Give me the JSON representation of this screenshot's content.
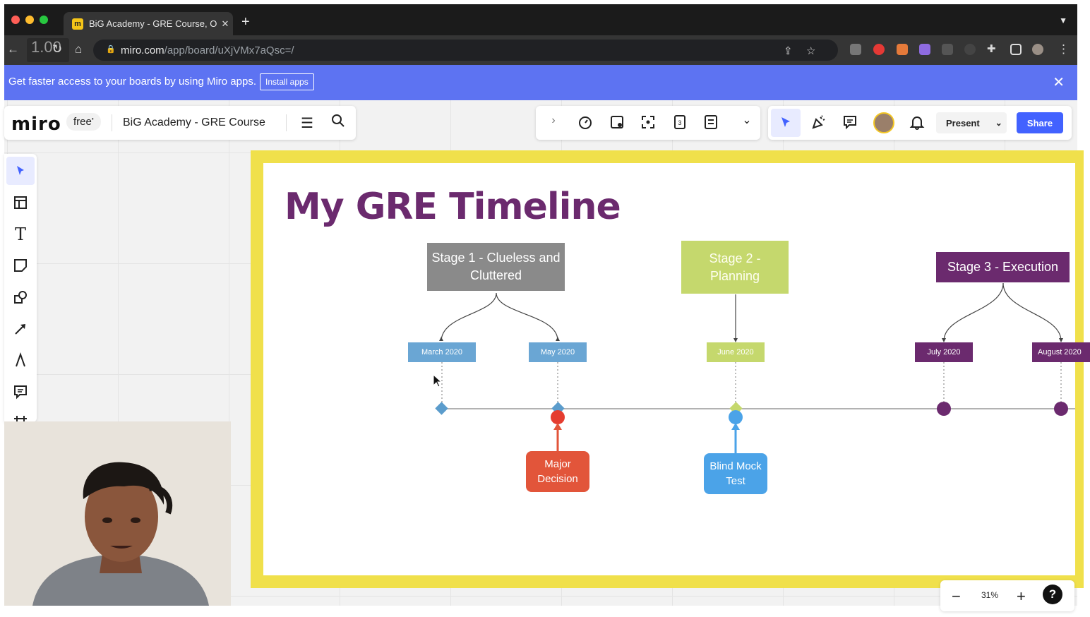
{
  "browser": {
    "tab_title": "BiG Academy - GRE Course, O",
    "tab_close": "✕",
    "new_tab": "+",
    "zoom_overlay": "1.00",
    "url_host": "miro.com",
    "url_path": "/app/board/uXjVMx7aQsc=/"
  },
  "banner": {
    "message": "Get faster access to your boards by using Miro apps.",
    "install_label": "Install apps"
  },
  "miro": {
    "logo": "miro",
    "plan": "free",
    "board_title": "BiG Academy - GRE Course",
    "present_label": "Present",
    "share_label": "Share",
    "zoom_level": "31%"
  },
  "board": {
    "heading": "My GRE Timeline",
    "stages": [
      {
        "label": "Stage 1 - Clueless and Cluttered",
        "color": "#8a8a8a"
      },
      {
        "label": "Stage 2 - Planning",
        "color": "#c5d86d"
      },
      {
        "label": "Stage 3 - Execution",
        "color": "#6b2a6e"
      }
    ],
    "dates": [
      {
        "label": "March 2020",
        "color": "#6aa6d4"
      },
      {
        "label": "May 2020",
        "color": "#6aa6d4"
      },
      {
        "label": "June 2020",
        "color": "#c5d86d"
      },
      {
        "label": "July 2020",
        "color": "#6b2a6e"
      },
      {
        "label": "August 2020",
        "color": "#6b2a6e"
      }
    ],
    "callouts": [
      {
        "label": "Major Decision",
        "color": "#e2553a"
      },
      {
        "label": "Blind Mock Test",
        "color": "#4ba3e8"
      }
    ]
  },
  "colors": {
    "banner": "#5d73f2",
    "accent": "#4262ff",
    "frame": "#f0e04b"
  }
}
